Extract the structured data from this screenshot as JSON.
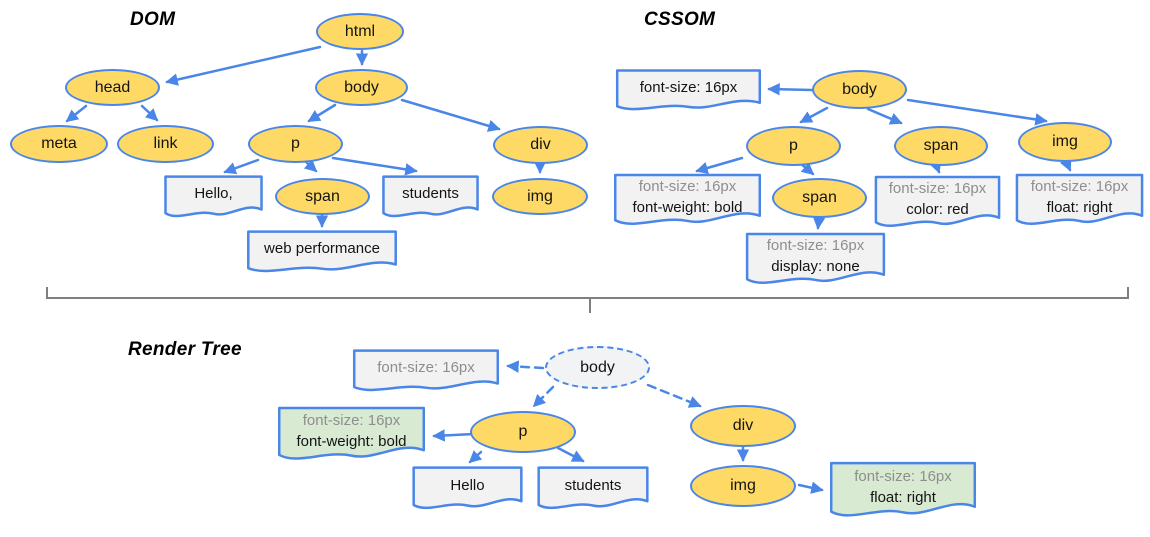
{
  "colors": {
    "node_fill": "#ffd966",
    "node_border": "#4a86e8",
    "arrow": "#4a86e8",
    "box_fill": "#f2f2f2",
    "computed_box_fill": "#d9ead3",
    "render_body_fill": "#f1f3f4",
    "inherited_text": "#8e8e8e",
    "text": "#141414",
    "divider": "#7f7f7f"
  },
  "dom": {
    "title": "DOM",
    "nodes": {
      "html": "html",
      "head": "head",
      "body": "body",
      "meta": "meta",
      "link": "link",
      "p": "p",
      "span": "span",
      "div": "div",
      "img": "img"
    },
    "text_boxes": {
      "hello": "Hello,",
      "students": "students",
      "web_performance": "web performance"
    }
  },
  "cssom": {
    "title": "CSSOM",
    "nodes": {
      "body": "body",
      "p": "p",
      "span": "span",
      "img": "img",
      "p_span": "span"
    },
    "style_boxes": {
      "body": {
        "line1": "font-size: 16px"
      },
      "p": {
        "line1": "font-size: 16px",
        "line2": "font-weight: bold"
      },
      "span": {
        "line1": "font-size: 16px",
        "line2": "color: red"
      },
      "img": {
        "line1": "font-size: 16px",
        "line2": "float: right"
      },
      "p_span": {
        "line1": "font-size: 16px",
        "line2": "display: none"
      }
    }
  },
  "render_tree": {
    "title": "Render Tree",
    "nodes": {
      "body": "body",
      "p": "p",
      "div": "div",
      "img": "img"
    },
    "style_boxes": {
      "body": {
        "line1": "font-size: 16px"
      },
      "p": {
        "line1": "font-size: 16px",
        "line2": "font-weight: bold"
      },
      "img": {
        "line1": "font-size: 16px",
        "line2": "float: right"
      }
    },
    "text_boxes": {
      "hello": "Hello",
      "students": "students"
    }
  }
}
